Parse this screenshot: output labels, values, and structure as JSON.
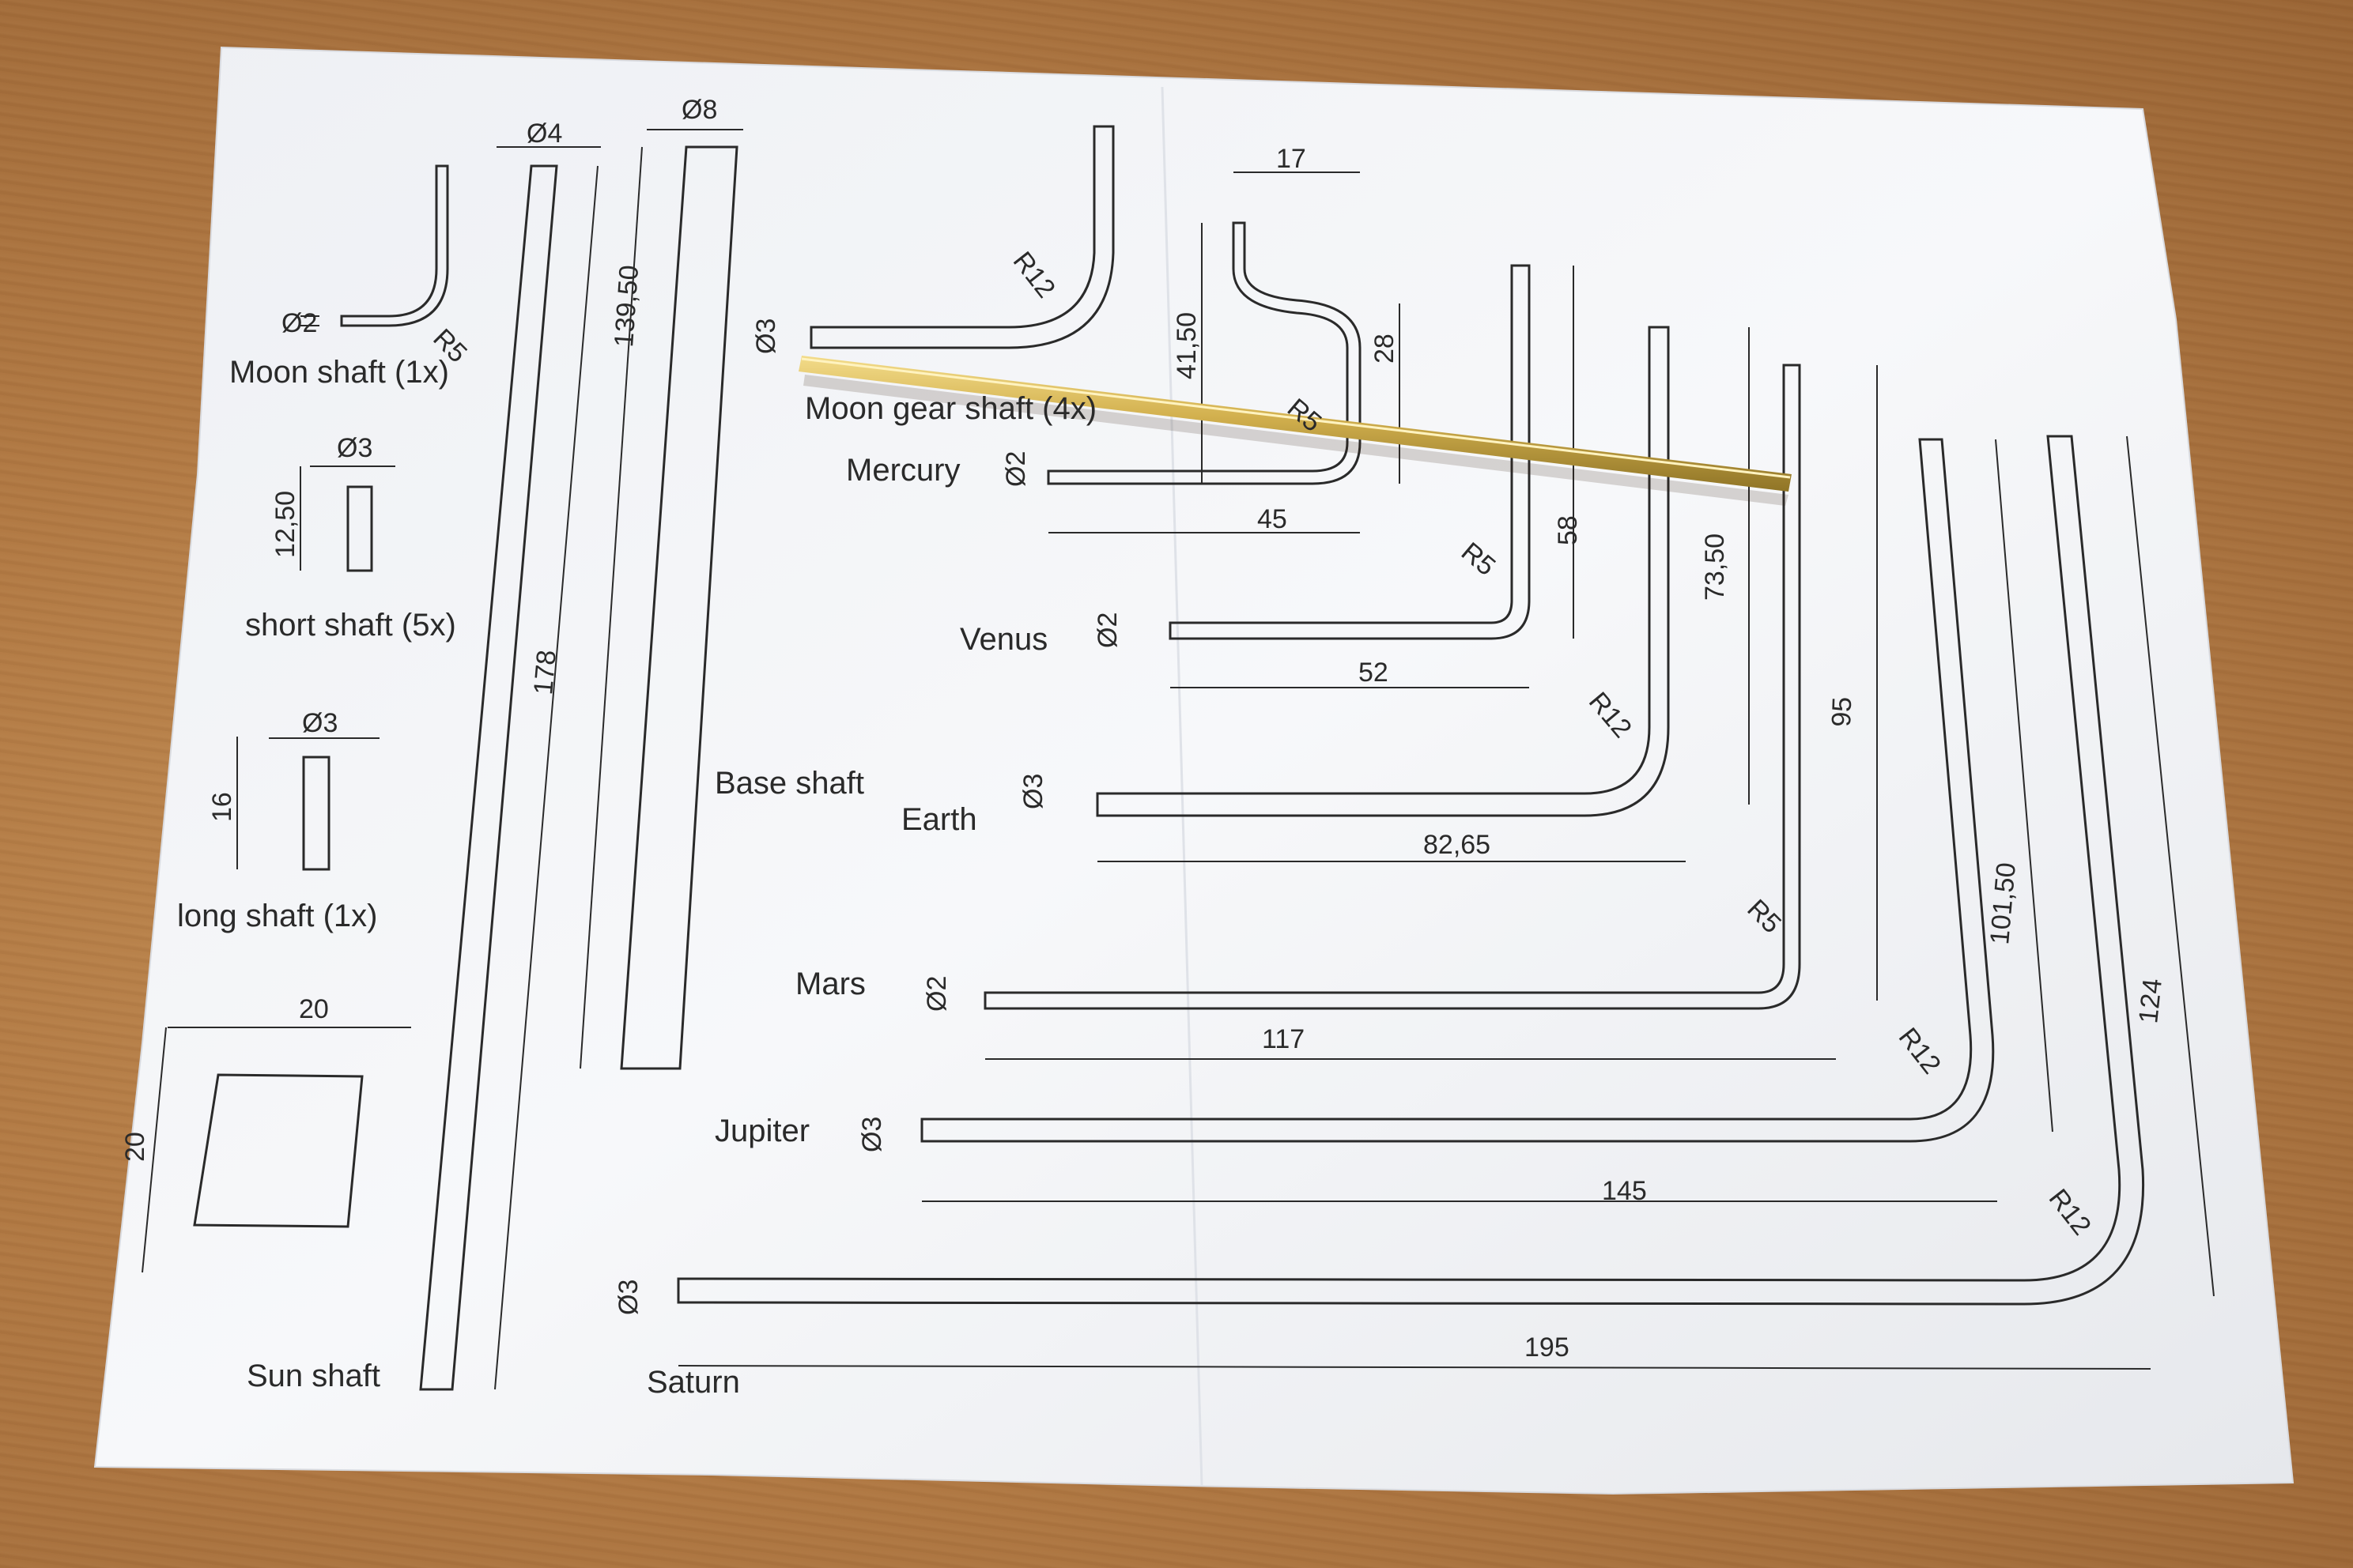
{
  "drawing": {
    "labels": {
      "moon_shaft": "Moon shaft (1x)",
      "short_shaft": "short shaft (5x)",
      "long_shaft": "long shaft (1x)",
      "sun_shaft": "Sun shaft",
      "base_shaft": "Base shaft",
      "moon_gear_shaft": "Moon gear shaft (4x)",
      "mercury": "Mercury",
      "venus": "Venus",
      "earth": "Earth",
      "mars": "Mars",
      "jupiter": "Jupiter",
      "saturn": "Saturn"
    },
    "dims": {
      "moon_d": "Ø2",
      "moon_r": "R5",
      "sun_d": "Ø4",
      "sun_len": "178",
      "base_d": "Ø8",
      "base_len": "139,50",
      "short_d": "Ø3",
      "short_len": "12,50",
      "long_d": "Ø3",
      "long_len": "16",
      "sq_w": "20",
      "sq_h": "20",
      "gear_d": "Ø3",
      "gear_r": "R12",
      "merc_top": "17",
      "merc_h1": "41,50",
      "merc_h2": "28",
      "merc_r": "R5",
      "merc_d": "Ø2",
      "merc_len": "45",
      "venus_d": "Ø2",
      "venus_r": "R5",
      "venus_h": "58",
      "venus_len": "52",
      "earth_d": "Ø3",
      "earth_r": "R12",
      "earth_h": "73,50",
      "earth_len": "82,65",
      "mars_d": "Ø2",
      "mars_r": "R5",
      "mars_h": "95",
      "mars_len": "117",
      "jup_d": "Ø3",
      "jup_r": "R12",
      "jup_h": "101,50",
      "jup_len": "145",
      "sat_d": "Ø3",
      "sat_r": "R12",
      "sat_h": "124",
      "sat_len": "195"
    }
  },
  "colors": {
    "paper": "#f4f5f7",
    "ink": "#2a2a2a",
    "brass": "#c9a640",
    "table": "#b27a44"
  }
}
